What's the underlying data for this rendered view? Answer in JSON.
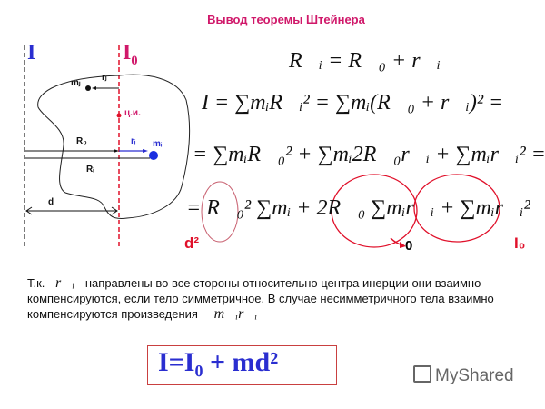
{
  "title": "Вывод теоремы Штейнера",
  "diagram": {
    "axis_I": "I",
    "axis_I0": "I",
    "axis_I0_sub": "0",
    "mj": "mⱼ",
    "rj": "rⱼ",
    "center_label": "ц.и.",
    "R0": "R₀",
    "ri": "rᵢ",
    "mi": "mᵢ",
    "Ri": "Rᵢ",
    "d": "d"
  },
  "equations": {
    "line0": "R⃗ᵢ = R⃗₀ + r⃗ᵢ",
    "line1": "I = ∑mᵢR⃗ᵢ² = ∑mᵢ(R⃗₀ + r⃗ᵢ)² =",
    "line2": "= ∑mᵢR⃗₀² + ∑mᵢ2R⃗₀r⃗ᵢ + ∑mᵢr⃗ᵢ² =",
    "line3": "= R⃗₀² ∑mᵢ + 2R⃗₀ ∑mᵢr⃗ᵢ + ∑mᵢr⃗ᵢ²"
  },
  "annotations": {
    "d2": "d²",
    "zero": "0",
    "I0": "I₀"
  },
  "paragraph": {
    "prefix": "Т.к.",
    "vector": "r⃗ᵢ",
    "text1": "направлены во все стороны относительно центра инерции они взаимно компенсируются, если тело симметричное. В случае несимметричного тела взаимно компенсируются произведения",
    "product": "m⃗ᵢr⃗ᵢ"
  },
  "result_formula": "I=I₀ + md²",
  "watermark": "MyShared",
  "colors": {
    "title": "#d0186a",
    "red": "#e0102a",
    "blue": "#2a2ed0"
  }
}
